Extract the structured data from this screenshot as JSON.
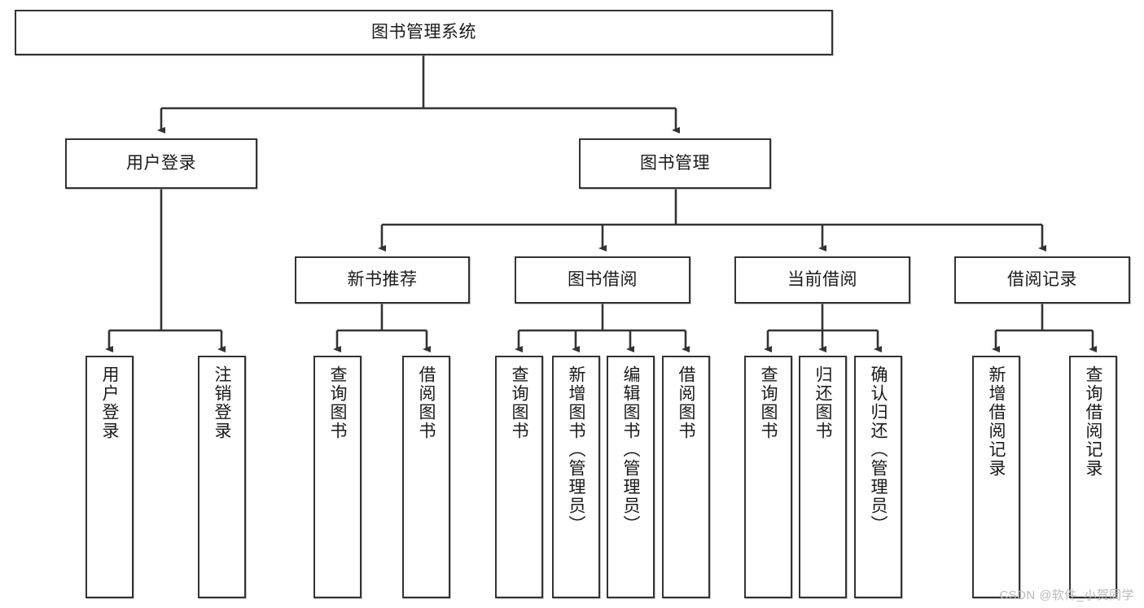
{
  "diagram": {
    "title": "图书管理系统",
    "watermark": "CSDN @软件_小贺同学",
    "line_color": "#333333",
    "box_fill": "#ffffff",
    "text_color": "#1a1a1a",
    "nodes": {
      "root": {
        "label": "图书管理系统"
      },
      "level1": [
        {
          "id": "user-login",
          "label": "用户登录"
        },
        {
          "id": "book-manage",
          "label": "图书管理"
        }
      ],
      "level2": [
        {
          "id": "new-book-recommend",
          "label": "新书推荐"
        },
        {
          "id": "book-borrow",
          "label": "图书借阅"
        },
        {
          "id": "current-borrow",
          "label": "当前借阅"
        },
        {
          "id": "borrow-record",
          "label": "借阅记录"
        }
      ],
      "leaves": {
        "user_login": [
          {
            "id": "leaf-user-login",
            "label": "用户登录"
          },
          {
            "id": "leaf-logout-login",
            "label": "注销登录"
          }
        ],
        "new_book_recommend": [
          {
            "id": "leaf-query-book-1",
            "label": "查询图书"
          },
          {
            "id": "leaf-borrow-book-1",
            "label": "借阅图书"
          }
        ],
        "book_borrow": [
          {
            "id": "leaf-query-book-2",
            "label": "查询图书"
          },
          {
            "id": "leaf-add-book",
            "label": "新增图书（管理员）"
          },
          {
            "id": "leaf-edit-book",
            "label": "编辑图书（管理员）"
          },
          {
            "id": "leaf-borrow-book-2",
            "label": "借阅图书"
          }
        ],
        "current_borrow": [
          {
            "id": "leaf-query-book-3",
            "label": "查询图书"
          },
          {
            "id": "leaf-return-book",
            "label": "归还图书"
          },
          {
            "id": "leaf-confirm-return",
            "label": "确认归还（管理员）"
          }
        ],
        "borrow_record": [
          {
            "id": "leaf-add-record",
            "label": "新增借阅记录"
          },
          {
            "id": "leaf-query-record",
            "label": "查询借阅记录"
          }
        ]
      }
    }
  }
}
